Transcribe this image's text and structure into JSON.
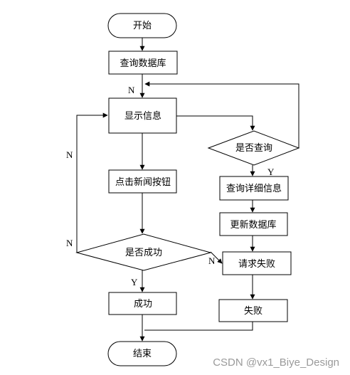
{
  "nodes": {
    "start": "开始",
    "query_db": "查询数据库",
    "show_info": "显示信息",
    "click_news": "点击新闻按钮",
    "is_success": "是否成功",
    "success": "成功",
    "end": "结束",
    "is_query": "是否查询",
    "query_detail": "查询详细信息",
    "update_db": "更新数据库",
    "request_fail": "请求失败",
    "fail": "失败"
  },
  "labels": {
    "n_top": "N",
    "n_left_loop": "N",
    "n_left_decision": "N",
    "y_success": "Y",
    "y_query": "Y",
    "n_request": "N"
  },
  "watermark": "CSDN @vx1_Biye_Design"
}
